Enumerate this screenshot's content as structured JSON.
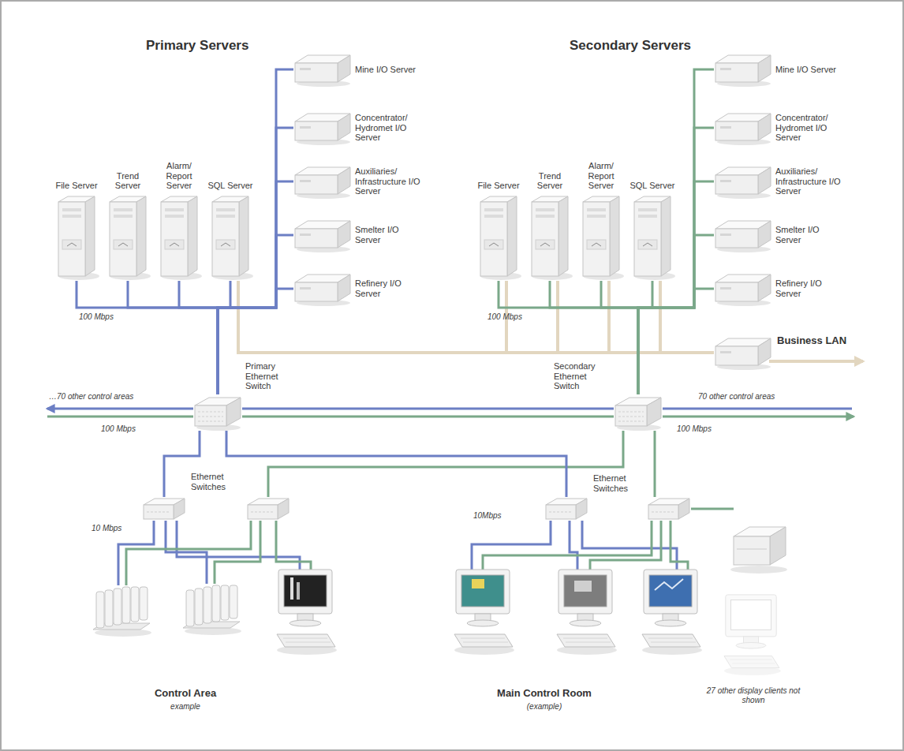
{
  "diagram": {
    "nodes": [
      {
        "text": [
          "File Server"
        ]
      },
      {
        "text": [
          "Trend Server"
        ]
      },
      {
        "text": [
          "Alarm/ Report Server"
        ]
      },
      {
        "text": [
          "SQL Server"
        ]
      },
      {
        "text": [
          "Mine I/O Server"
        ]
      },
      {
        "text": [
          "Concentrator/ Hydromet I/O Server"
        ]
      },
      {
        "text": [
          "Auxiliaries/ Infrastructure I/O Server"
        ]
      },
      {
        "text": [
          "Smelter I/O Server"
        ]
      },
      {
        "text": [
          "Refinery I/O Server"
        ]
      },
      {
        "text": [
          "File Server"
        ]
      },
      {
        "text": [
          "Trend Server"
        ]
      },
      {
        "text": [
          "Alarm/ Report Server"
        ]
      },
      {
        "text": [
          "SQL Server"
        ]
      },
      {
        "text": [
          "Mine I/O Server"
        ]
      },
      {
        "text": [
          "Concentrator/ Hydromet I/O Server"
        ]
      },
      {
        "text": [
          "Auxiliaries/ Infrastructure I/O Server"
        ]
      },
      {
        "text": [
          "Smelter I/O Server"
        ]
      },
      {
        "text": [
          "Refinery I/O Server"
        ]
      },
      {
        "text": [
          "Business LAN"
        ]
      },
      {
        "text": [
          "Primary Ethernet Switch"
        ]
      },
      {
        "text": [
          "Secondary Ethernet Switch"
        ]
      },
      {
        "text": [
          "Ethernet Switches"
        ]
      },
      {
        "text": [
          "Ethernet Switches"
        ]
      }
    ],
    "edges": [
      {
        "from": 0,
        "to": 19,
        "arrow": "none"
      },
      {
        "from": 1,
        "to": 19,
        "arrow": "none"
      },
      {
        "from": 2,
        "to": 19,
        "arrow": "none"
      },
      {
        "from": 3,
        "to": 19,
        "arrow": "none"
      },
      {
        "from": 4,
        "to": 19,
        "arrow": "none"
      },
      {
        "from": 5,
        "to": 19,
        "arrow": "none"
      },
      {
        "from": 6,
        "to": 19,
        "arrow": "none"
      },
      {
        "from": 7,
        "to": 19,
        "arrow": "none"
      },
      {
        "from": 8,
        "to": 19,
        "arrow": "none"
      },
      {
        "from": 9,
        "to": 20,
        "arrow": "none"
      },
      {
        "from": 10,
        "to": 20,
        "arrow": "none"
      },
      {
        "from": 11,
        "to": 20,
        "arrow": "none"
      },
      {
        "from": 12,
        "to": 20,
        "arrow": "none"
      },
      {
        "from": 13,
        "to": 20,
        "arrow": "none"
      },
      {
        "from": 14,
        "to": 20,
        "arrow": "none"
      },
      {
        "from": 15,
        "to": 20,
        "arrow": "none"
      },
      {
        "from": 16,
        "to": 20,
        "arrow": "none"
      },
      {
        "from": 17,
        "to": 20,
        "arrow": "none"
      },
      {
        "from": 19,
        "to": 20,
        "arrow": "none"
      },
      {
        "from": 19,
        "to": 21,
        "arrow": "none"
      },
      {
        "from": 19,
        "to": 22,
        "arrow": "none"
      },
      {
        "from": 3,
        "to": 18,
        "arrow": "none"
      },
      {
        "from": 9,
        "to": 18,
        "arrow": "none"
      },
      {
        "from": 10,
        "to": 18,
        "arrow": "none"
      },
      {
        "from": 11,
        "to": 18,
        "arrow": "none"
      },
      {
        "from": 12,
        "to": 18,
        "arrow": "none"
      }
    ],
    "labels": [
      "Primary Servers",
      "Secondary Servers",
      "100 Mbps",
      "100 Mbps",
      "…70 other control areas",
      "100 Mbps",
      "70 other control areas",
      "100 Mbps",
      "10 Mbps",
      "10Mbps",
      "Control Area",
      "example",
      "Main Control Room",
      "(example)",
      "27 other display clients not shown"
    ]
  }
}
